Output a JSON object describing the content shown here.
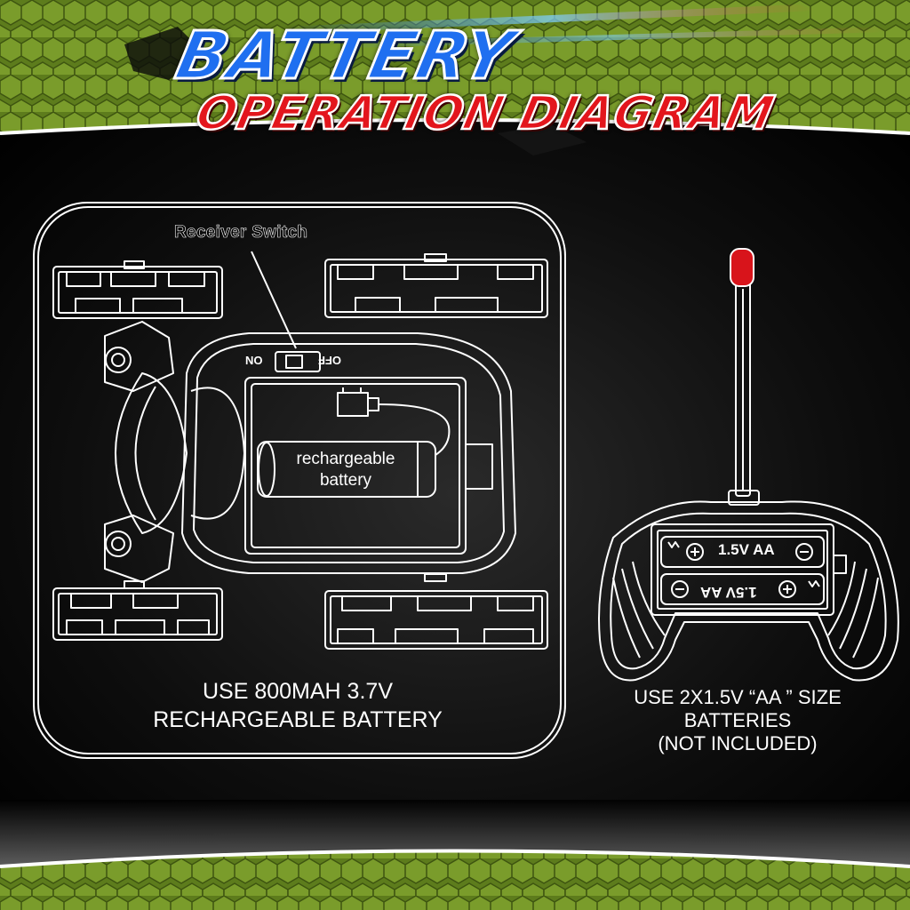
{
  "title": {
    "line1": "BATTERY",
    "line2": "OPERATION DIAGRAM"
  },
  "car": {
    "receiver_switch_label": "Receiver Switch",
    "switch_on": "ON",
    "switch_off": "OFF",
    "battery_label_line1": "rechargeable",
    "battery_label_line2": "battery",
    "caption_line1": "USE 800MAH 3.7V",
    "caption_line2": "RECHARGEABLE BATTERY"
  },
  "controller": {
    "cell_label_1": "1.5V AA",
    "cell_label_2": "1.5V AA",
    "caption_line1": "USE 2X1.5V “AA ” SIZE",
    "caption_line2": "BATTERIES",
    "caption_line3": "(NOT INCLUDED)"
  },
  "colors": {
    "title_blue": "#1f6ff0",
    "title_red": "#e3161d",
    "hex_green": "#6a8a22",
    "antenna_tip": "#d8141b"
  }
}
